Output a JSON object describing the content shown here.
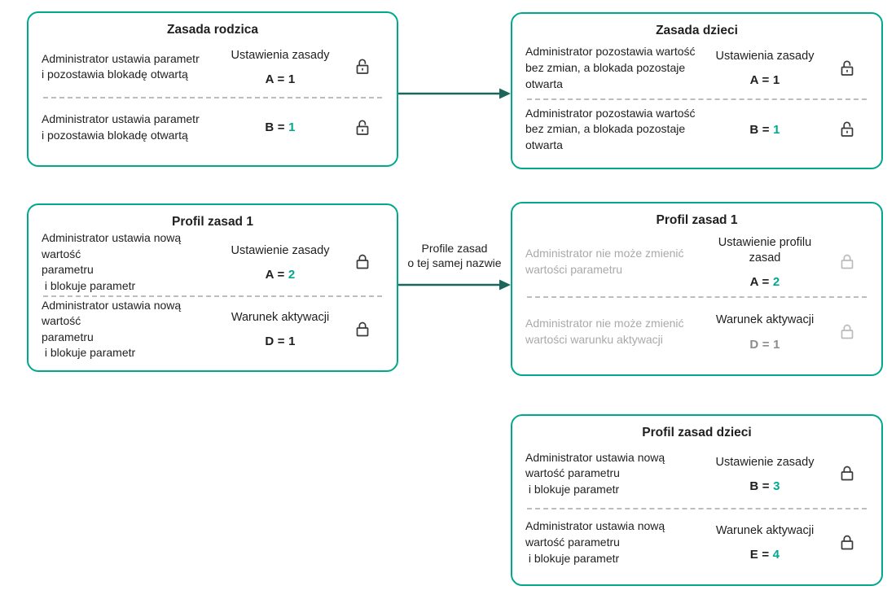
{
  "palette": {
    "teal": "#00A88E",
    "arrow_teal": "#1D665C",
    "text": "#1F1F1F",
    "muted_text": "#A9A9A9",
    "muted_value": "#8C8C8C",
    "lock_dark": "#3A3A3A",
    "lock_gray": "#BBBBBB",
    "divider": "#BDBDBD",
    "card_background": "#FFFFFF"
  },
  "boxes": {
    "parent_policy": {
      "title": "Zasada rodzica",
      "rows": [
        {
          "label": "Ustawienia zasady",
          "desc": "Administrator ustawia parametr\ni pozostawia blokadę otwartą",
          "desc_color": "#1F1F1F",
          "value_prefix": "A = ",
          "value_num": "1",
          "prefix_color": "#1F1F1F",
          "num_color": "#1F1F1F",
          "lock_icon": "open-lock",
          "lock_color": "#3A3A3A"
        },
        {
          "desc": "Administrator ustawia parametr\ni pozostawia blokadę otwartą",
          "desc_color": "#1F1F1F",
          "value_prefix": "B = ",
          "value_num": "1",
          "prefix_color": "#1F1F1F",
          "num_color": "#00A88E",
          "lock_icon": "open-lock",
          "lock_color": "#3A3A3A"
        }
      ]
    },
    "child_policy": {
      "title": "Zasada dzieci",
      "rows": [
        {
          "label": "Ustawienia zasady",
          "desc": "Administrator pozostawia wartość\nbez zmian, a blokada pozostaje\notwarta",
          "desc_color": "#1F1F1F",
          "value_prefix": "A = ",
          "value_num": "1",
          "prefix_color": "#1F1F1F",
          "num_color": "#1F1F1F",
          "lock_icon": "open-lock",
          "lock_color": "#3A3A3A"
        },
        {
          "desc": "Administrator pozostawia wartość\nbez zmian, a blokada pozostaje\notwarta",
          "desc_color": "#1F1F1F",
          "value_prefix": "B = ",
          "value_num": "1",
          "prefix_color": "#1F1F1F",
          "num_color": "#00A88E",
          "lock_icon": "open-lock",
          "lock_color": "#3A3A3A"
        }
      ]
    },
    "policy_profile_1": {
      "title": "Profil zasad 1",
      "rows": [
        {
          "label": "Ustawienie zasady",
          "desc": "Administrator ustawia nową wartość\nparametru\n i blokuje parametr",
          "desc_color": "#1F1F1F",
          "value_prefix": "A = ",
          "value_num": "2",
          "prefix_color": "#1F1F1F",
          "num_color": "#00A88E",
          "lock_icon": "closed-lock",
          "lock_color": "#3A3A3A"
        },
        {
          "label": "Warunek aktywacji",
          "desc": "Administrator ustawia nową wartość\nparametru\n i blokuje parametr",
          "desc_color": "#1F1F1F",
          "value_prefix": "D = ",
          "value_num": "1",
          "prefix_color": "#1F1F1F",
          "num_color": "#1F1F1F",
          "lock_icon": "closed-lock",
          "lock_color": "#3A3A3A"
        }
      ]
    },
    "policy_profile_1_child": {
      "title": "Profil zasad 1",
      "rows": [
        {
          "label": "Ustawienie profilu zasad",
          "desc": "Administrator nie może zmienić\nwartości parametru",
          "desc_color": "#A9A9A9",
          "value_prefix": "A = ",
          "value_num": "2",
          "prefix_color": "#1F1F1F",
          "num_color": "#00A88E",
          "lock_icon": "closed-lock",
          "lock_color": "#BBBBBB"
        },
        {
          "label": "Warunek aktywacji",
          "desc": "Administrator nie może zmienić\nwartości warunku aktywacji",
          "desc_color": "#A9A9A9",
          "value_prefix": "D = ",
          "value_num": "1",
          "prefix_color": "#8C8C8C",
          "num_color": "#8C8C8C",
          "lock_icon": "closed-lock",
          "lock_color": "#BBBBBB"
        }
      ]
    },
    "child_policy_profile": {
      "title": "Profil zasad dzieci",
      "rows": [
        {
          "label": "Ustawienie zasady",
          "desc": "Administrator ustawia nową\nwartość parametru\n i blokuje parametr",
          "desc_color": "#1F1F1F",
          "value_prefix": "B = ",
          "value_num": "3",
          "prefix_color": "#1F1F1F",
          "num_color": "#00A88E",
          "lock_icon": "closed-lock",
          "lock_color": "#3A3A3A"
        },
        {
          "label": "Warunek aktywacji",
          "desc": "Administrator ustawia nową\nwartość parametru\n i blokuje parametr",
          "desc_color": "#1F1F1F",
          "value_prefix": "E = ",
          "value_num": "4",
          "prefix_color": "#1F1F1F",
          "num_color": "#00A88E",
          "lock_icon": "closed-lock",
          "lock_color": "#3A3A3A"
        }
      ]
    }
  },
  "arrows": {
    "top": {
      "label": "",
      "color": "#1D665C"
    },
    "middle": {
      "label": "Profile zasad\no tej samej nazwie",
      "color": "#1D665C",
      "label_color": "#1F1F1F"
    }
  }
}
